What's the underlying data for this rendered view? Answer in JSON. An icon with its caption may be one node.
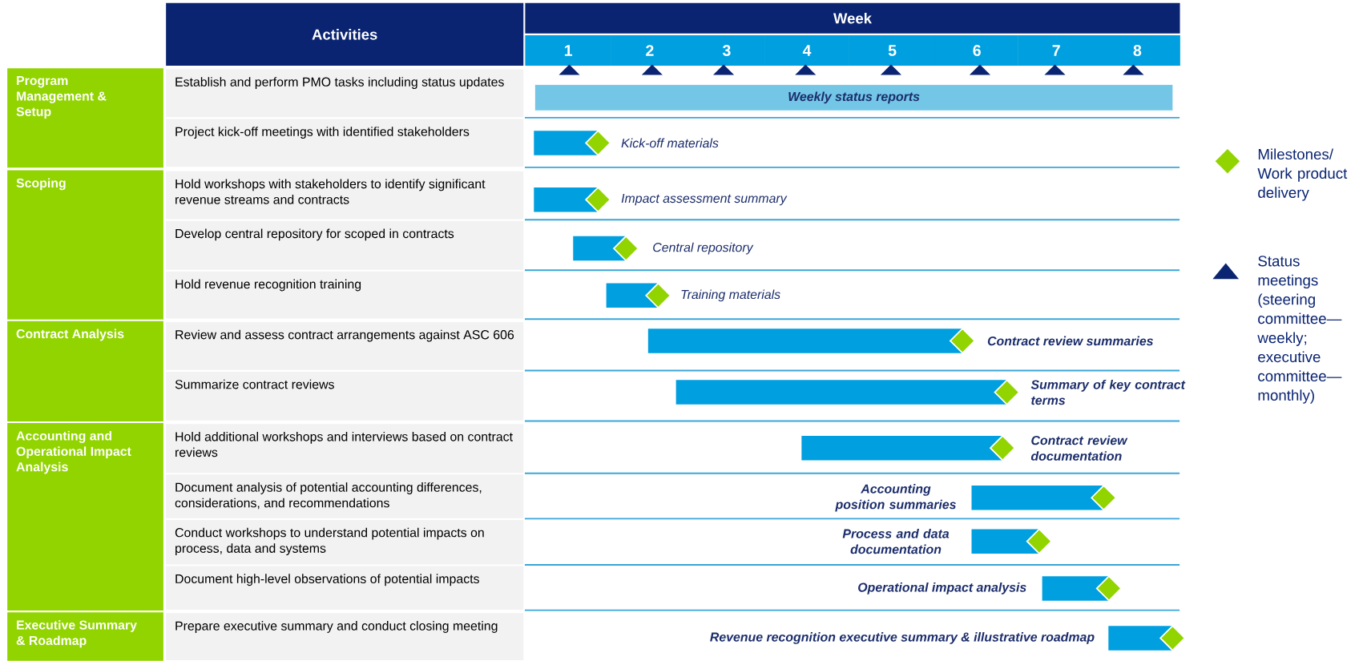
{
  "diagram": {
    "nodes": [
      {
        "text": [
          "Activities"
        ]
      },
      {
        "text": [
          "Week"
        ]
      },
      {
        "text": [
          "1"
        ]
      },
      {
        "text": [
          "2"
        ]
      },
      {
        "text": [
          "3"
        ]
      },
      {
        "text": [
          "4"
        ]
      },
      {
        "text": [
          "5"
        ]
      },
      {
        "text": [
          "6"
        ]
      },
      {
        "text": [
          "7"
        ]
      },
      {
        "text": [
          "8"
        ]
      },
      {
        "text": [
          "Program Management & Setup"
        ]
      },
      {
        "text": [
          "Establish and perform PMO tasks including status updates"
        ]
      },
      {
        "text": [
          "Weekly status reports"
        ]
      },
      {
        "text": [
          "Project kick-off meetings with identified stakeholders"
        ]
      },
      {
        "text": [],
        "shape": "bar",
        "beside": [
          "Kick-off materials"
        ]
      },
      {
        "text": [
          "Scoping"
        ]
      },
      {
        "text": [
          "Hold workshops with stakeholders to identify significant revenue streams and contracts"
        ]
      },
      {
        "text": [],
        "shape": "bar",
        "beside": [
          "Impact assessment summary"
        ]
      },
      {
        "text": [
          "Develop central repository for scoped in contracts"
        ]
      },
      {
        "text": [],
        "shape": "bar",
        "beside": [
          "Central repository"
        ]
      },
      {
        "text": [
          "Hold revenue recognition training"
        ]
      },
      {
        "text": [],
        "shape": "bar",
        "beside": [
          "Training materials"
        ]
      },
      {
        "text": [
          "Contract Analysis"
        ]
      },
      {
        "text": [
          "Review and assess contract arrangements against ASC 606"
        ]
      },
      {
        "text": [],
        "shape": "bar",
        "beside": [
          "Contract review summaries"
        ]
      },
      {
        "text": [
          "Summarize contract reviews"
        ]
      },
      {
        "text": [],
        "shape": "bar",
        "beside": [
          "Summary of key contract terms"
        ]
      },
      {
        "text": [
          "Accounting and Operational Impact Analysis"
        ]
      },
      {
        "text": [
          "Hold additional workshops and interviews based on contract reviews"
        ]
      },
      {
        "text": [],
        "shape": "bar",
        "beside": [
          "Contract review documentation"
        ]
      },
      {
        "text": [
          "Document analysis of potential accounting differences, considerations, and recommendations"
        ]
      },
      {
        "text": [],
        "shape": "bar",
        "beside": [
          "Accounting position summaries"
        ]
      },
      {
        "text": [
          "Conduct workshops to understand potential impacts on process, data and systems"
        ]
      },
      {
        "text": [],
        "shape": "bar",
        "beside": [
          "Process and data documentation"
        ]
      },
      {
        "text": [
          "Document high-level observations of potential impacts"
        ]
      },
      {
        "text": [],
        "shape": "bar",
        "beside": [
          "Operational impact analysis"
        ]
      },
      {
        "text": [
          "Executive Summary & Roadmap"
        ]
      },
      {
        "text": [
          "Prepare executive summary and conduct closing meeting"
        ]
      },
      {
        "text": [],
        "shape": "bar",
        "beside": [
          "Revenue recognition executive summary & illustrative roadmap"
        ]
      }
    ],
    "legend": [
      {
        "text": "Milestones/ Work product delivery"
      },
      {
        "text": "Status meetings (steering committee—weekly; executive committee—monthly)"
      }
    ]
  }
}
